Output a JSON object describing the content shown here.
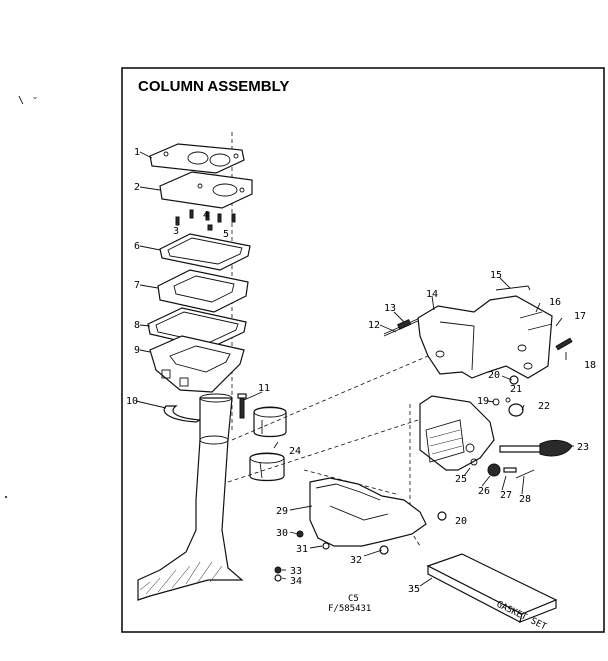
{
  "title": "COLUMN ASSEMBLY",
  "footer": {
    "code": "C5",
    "ref": "F/585431"
  },
  "box_label": "GASKET SET",
  "callouts": [
    "1",
    "2",
    "3",
    "4",
    "5",
    "6",
    "7",
    "8",
    "9",
    "10",
    "11",
    "12",
    "13",
    "14",
    "15",
    "16",
    "17",
    "18",
    "19",
    "20",
    "20",
    "21",
    "22",
    "23",
    "24",
    "25",
    "26",
    "27",
    "28",
    "29",
    "30",
    "31",
    "32",
    "33",
    "34",
    "35"
  ]
}
